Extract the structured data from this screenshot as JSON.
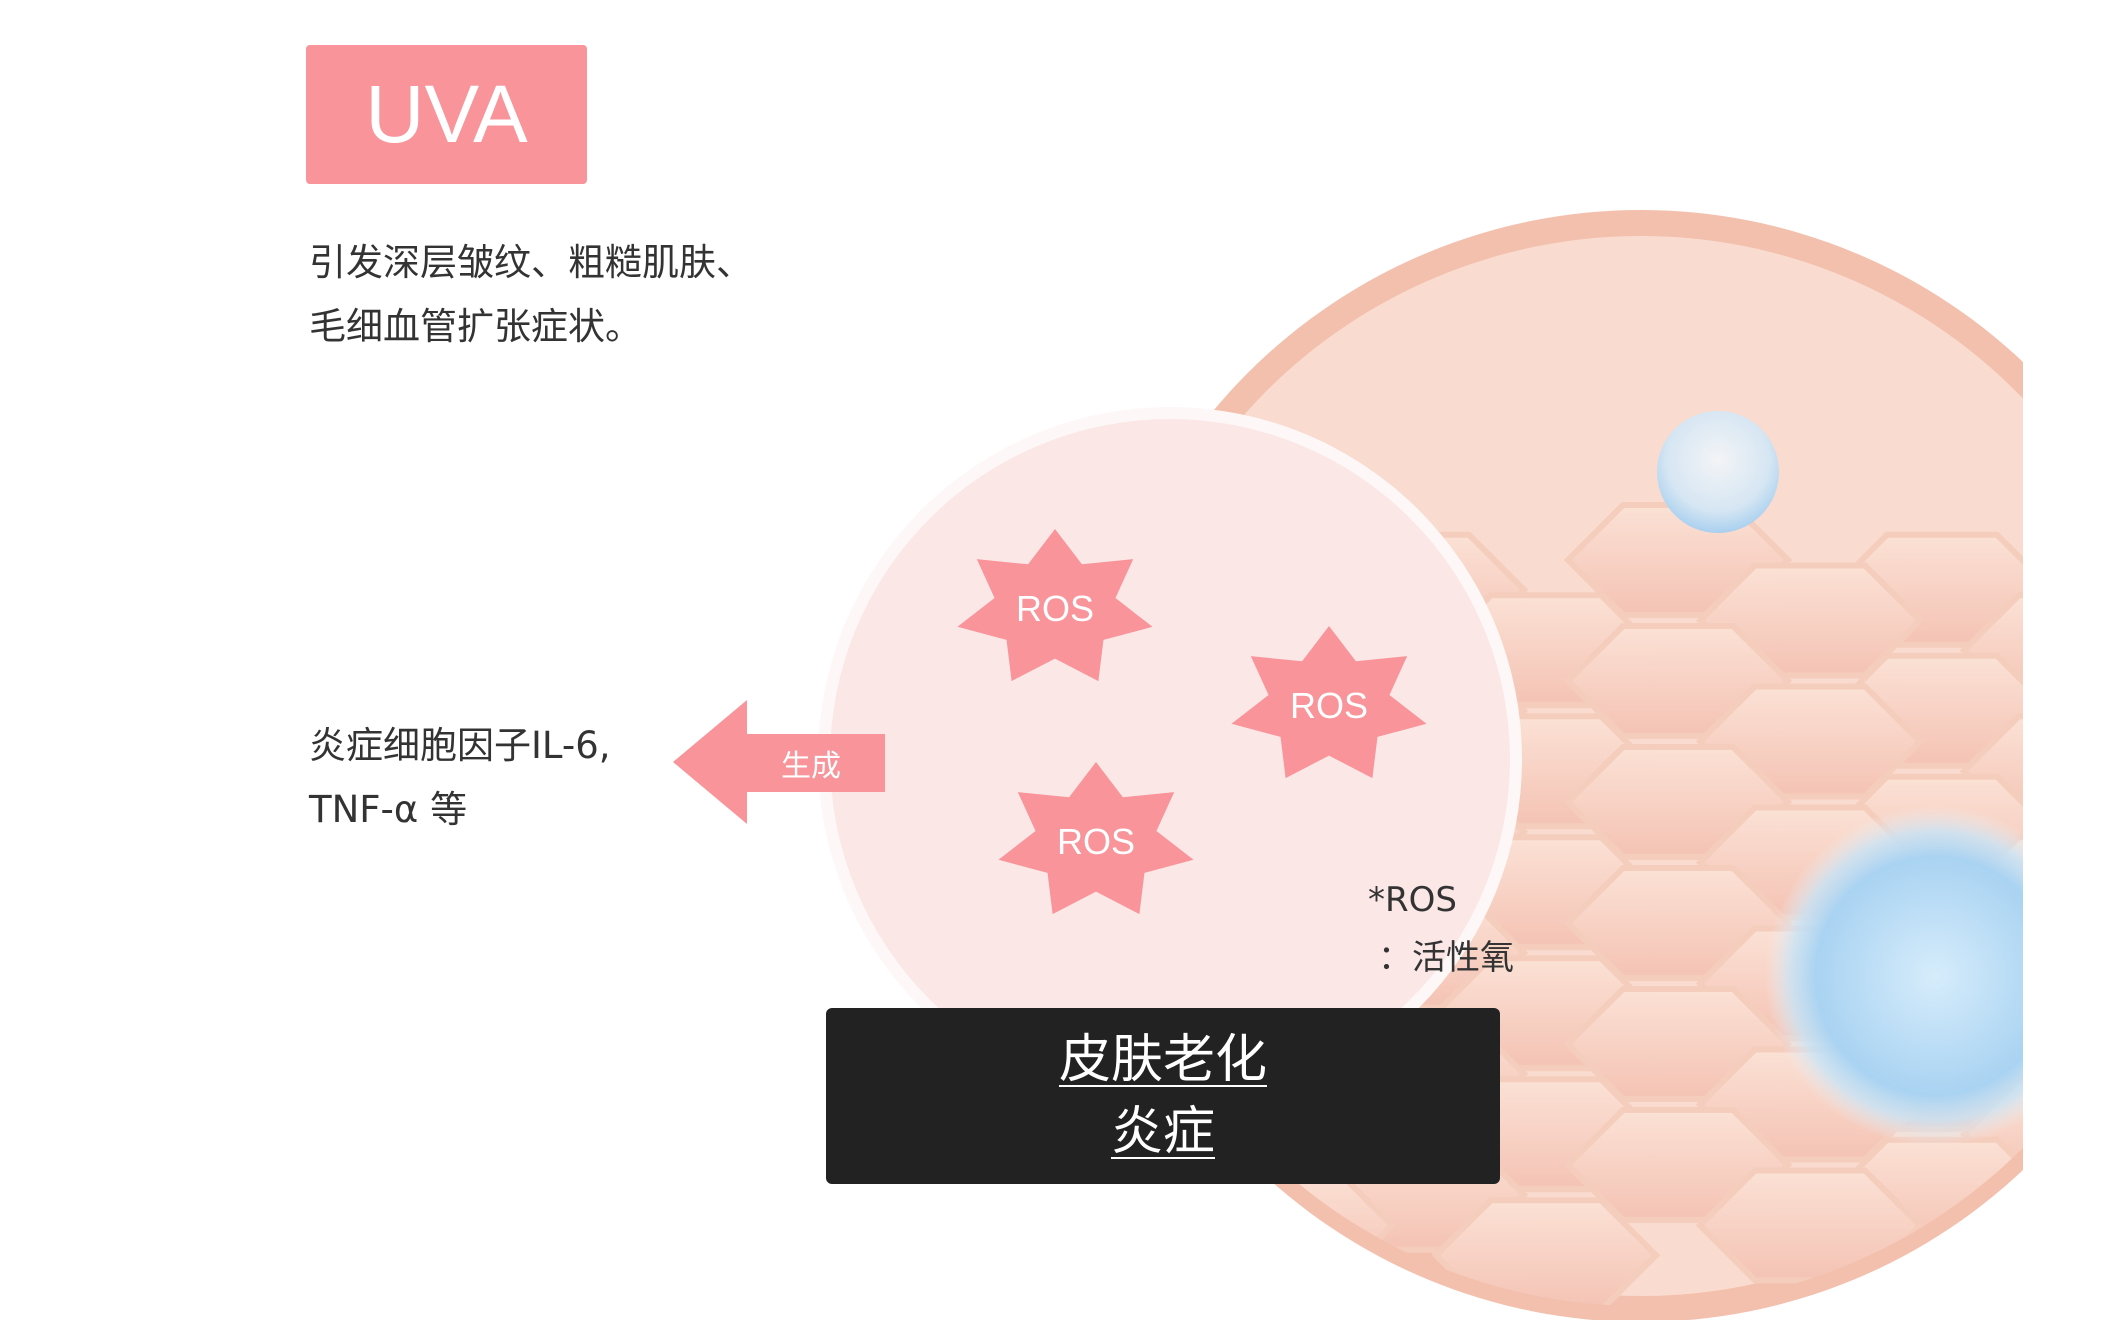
{
  "badge": {
    "label": "UVA"
  },
  "description": {
    "line1": "引发深层皱纹、粗糙肌肤、",
    "line2": "毛细血管扩张症状。"
  },
  "cytokines": {
    "line1": "炎症细胞因子IL-6,",
    "line2": "TNF-α 等"
  },
  "arrow": {
    "label": "生成"
  },
  "ros_markers": [
    "ROS",
    "ROS",
    "ROS"
  ],
  "footnote": {
    "term": "*ROS",
    "definition": "：活性氧"
  },
  "result_box": {
    "line1": "皮肤老化",
    "line2": "炎症"
  },
  "colors": {
    "accent": "#f8949a",
    "skin": "#f9d9cc",
    "dark": "#222222",
    "pink_circle": "#fce6e6"
  }
}
